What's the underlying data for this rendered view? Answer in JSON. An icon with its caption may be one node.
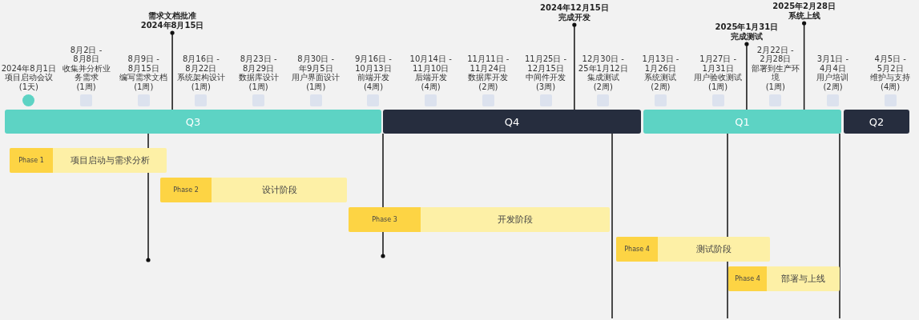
{
  "diagram": {
    "nodes": [
      {
        "text": [
          "需求文档批准",
          "2024年8月15日"
        ]
      },
      {
        "text": [
          "2024年12月15日",
          "完成开发"
        ]
      },
      {
        "text": [
          "2025年1月31日",
          "完成测试"
        ]
      },
      {
        "text": [
          "2025年2月28日",
          "系统上线"
        ]
      },
      {
        "text": [
          "2024年8月1日",
          "项目启动会议",
          "(1天)"
        ]
      },
      {
        "text": [
          "8月2日 - 8月8日",
          "收集并分析业务需求",
          "(1周)"
        ]
      },
      {
        "text": [
          "8月9日 - 8月15日",
          "编写需求文档",
          "(1周)"
        ]
      },
      {
        "text": [
          "8月16日 - 8月22日",
          "系统架构设计",
          "(1周)"
        ]
      },
      {
        "text": [
          "8月23日 - 8月29日",
          "数据库设计",
          "(1周)"
        ]
      },
      {
        "text": [
          "8月30日 - 年9月5日",
          "用户界面设计",
          "(1周)"
        ]
      },
      {
        "text": [
          "9月16日 - 10月13日",
          "前端开发",
          "(4周)"
        ]
      },
      {
        "text": [
          "10月14日 - 11月10日",
          "后端开发",
          "(4周)"
        ]
      },
      {
        "text": [
          "11月11日 - 11月24日",
          "数据库开发",
          "(2周)"
        ]
      },
      {
        "text": [
          "11月25日 - 12月15日",
          "中间件开发",
          "(3周)"
        ]
      },
      {
        "text": [
          "12月30日 - 25年1月12日",
          "集成测试",
          "(2周)"
        ]
      },
      {
        "text": [
          "1月13日 - 1月26日",
          "系统测试",
          "(2周)"
        ]
      },
      {
        "text": [
          "1月27日 - 1月31日",
          "用户验收测试",
          "(1周)"
        ]
      },
      {
        "text": [
          "2月22日 - 2月28日",
          "部署到生产环境",
          "(1周)"
        ]
      },
      {
        "text": [
          "3月1日 - 4月4日",
          "用户培训",
          "(2周)"
        ]
      },
      {
        "text": [
          "4月5日 - 5月2日",
          "维护与支持",
          "(4周)"
        ]
      },
      {
        "text": [
          "Q3"
        ]
      },
      {
        "text": [
          "Q4"
        ]
      },
      {
        "text": [
          "Q1"
        ]
      },
      {
        "text": [
          "Q2"
        ]
      },
      {
        "text": [
          "Phase 1",
          "项目启动与需求分析"
        ]
      },
      {
        "text": [
          "Phase 2",
          "设计阶段"
        ]
      },
      {
        "text": [
          "Phase 3",
          "开发阶段"
        ]
      },
      {
        "text": [
          "Phase 4",
          "测试阶段"
        ]
      },
      {
        "text": [
          "Phase 4",
          "部署与上线"
        ]
      }
    ],
    "edges": [
      {
        "from": 0,
        "to": 20,
        "arrow": "other"
      },
      {
        "from": 1,
        "to": 21,
        "arrow": "other"
      },
      {
        "from": 2,
        "to": 22,
        "arrow": "other"
      },
      {
        "from": 3,
        "to": 22,
        "arrow": "other"
      },
      {
        "from": null,
        "to": 20,
        "arrow": "other"
      },
      {
        "from": null,
        "to": 21,
        "arrow": "other"
      },
      {
        "from": null,
        "to": 21,
        "arrow": "none"
      },
      {
        "from": null,
        "to": 22,
        "arrow": "none"
      },
      {
        "from": null,
        "to": 22,
        "arrow": "none"
      }
    ]
  }
}
